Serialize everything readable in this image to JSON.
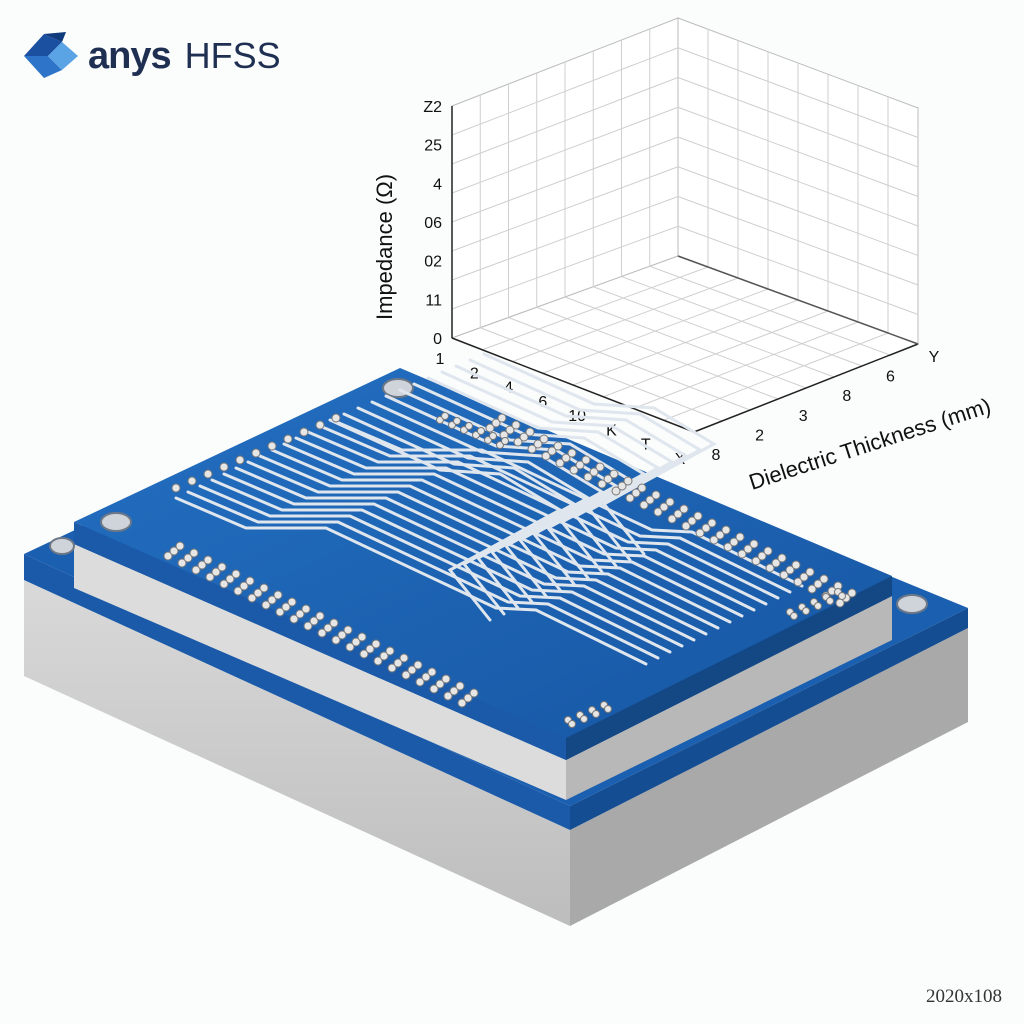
{
  "app": {
    "brand": "anys",
    "product": "HFSS"
  },
  "stamp": "2020x108",
  "chart_data": {
    "type": "surface",
    "zlabel": "Impedance (Ω)",
    "ylabel": "Dielectric Thickness (mm)",
    "z_ticks": [
      "0",
      "11",
      "02",
      "06",
      "4",
      "25",
      "Z2"
    ],
    "x_ticks": [
      "1",
      "2",
      "4",
      "6",
      "10",
      "K",
      "T",
      "X"
    ],
    "y_ticks": [
      "8",
      "2",
      "3",
      "8",
      "6",
      "Y"
    ],
    "grid": true
  },
  "colors": {
    "board_blue": "#1a5fb0",
    "board_dark": "#124a8c",
    "slab_gray": "#cfcfcf",
    "pin_silver": "#e6e6e6"
  }
}
